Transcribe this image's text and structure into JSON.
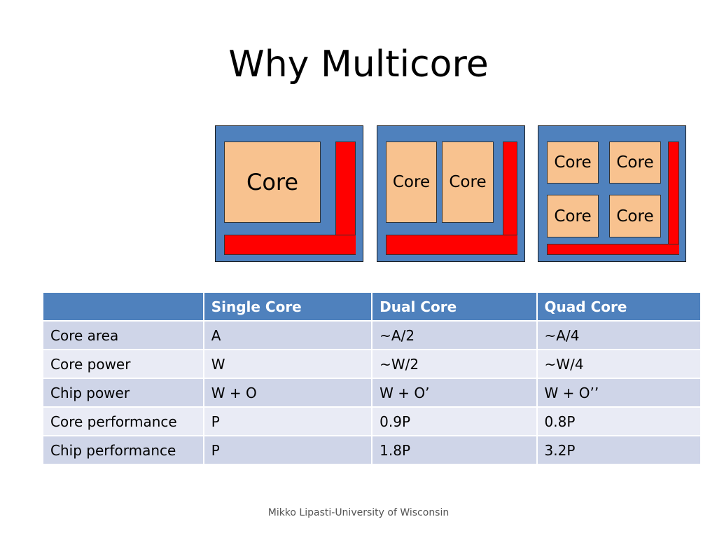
{
  "title": "Why Multicore",
  "diagram": {
    "core_label": "Core"
  },
  "table": {
    "headers": [
      "",
      "Single Core",
      "Dual Core",
      "Quad Core"
    ],
    "rows": [
      [
        "Core area",
        "A",
        "~A/2",
        "~A/4"
      ],
      [
        "Core power",
        "W",
        "~W/2",
        "~W/4"
      ],
      [
        "Chip power",
        "W + O",
        "W + O’",
        "W + O’’"
      ],
      [
        "Core performance",
        "P",
        "0.9P",
        "0.8P"
      ],
      [
        "Chip performance",
        "P",
        "1.8P",
        "3.2P"
      ]
    ]
  },
  "footer": "Mikko Lipasti-University of Wisconsin",
  "colors": {
    "chip": "#4f81bd",
    "core": "#f8c28f",
    "uncore": "#ff0000",
    "header": "#4f81bd"
  }
}
